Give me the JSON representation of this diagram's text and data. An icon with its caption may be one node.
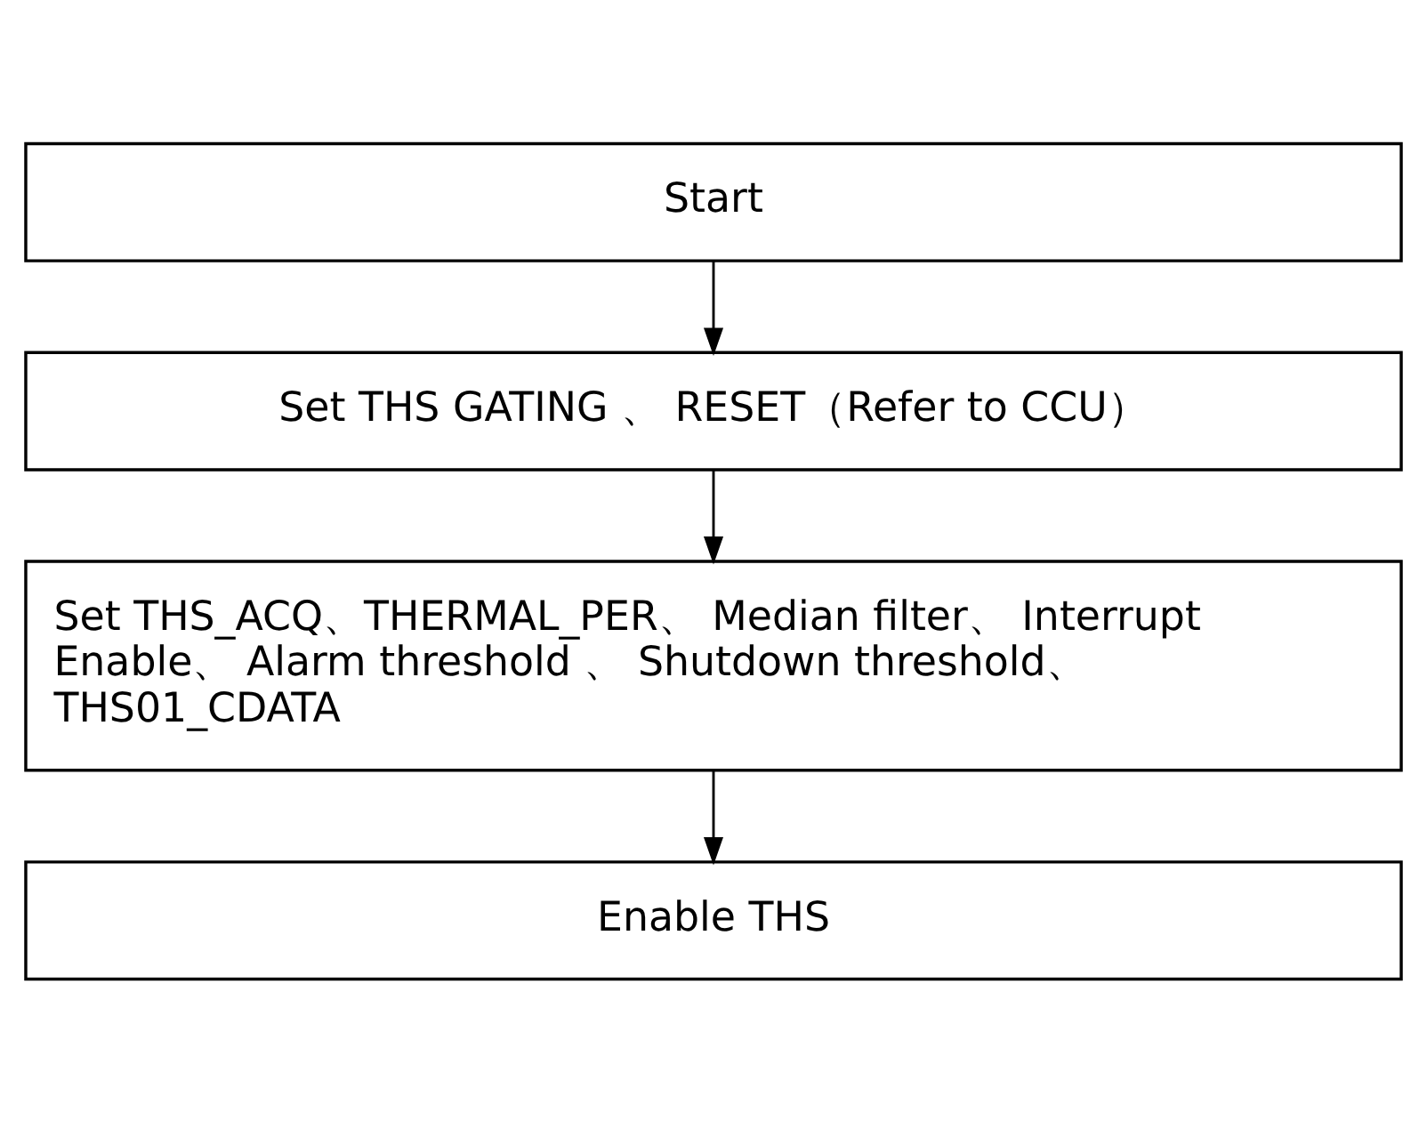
{
  "diagram": {
    "nodes": [
      {
        "text": [
          "Start"
        ]
      },
      {
        "text": [
          "Set THS GATING 、 RESET（Refer to CCU）"
        ]
      },
      {
        "text": [
          "Set THS_ACQ、THERMAL_PER、 Median filter、 Interrupt Enable、 Alarm threshold 、 Shutdown threshold、 THS01_CDATA"
        ]
      },
      {
        "text": [
          "Enable THS"
        ]
      }
    ],
    "edges": [
      {
        "from": 0,
        "to": 1,
        "arrow": "to"
      },
      {
        "from": 1,
        "to": 2,
        "arrow": "to"
      },
      {
        "from": 2,
        "to": 3,
        "arrow": "to"
      }
    ]
  }
}
